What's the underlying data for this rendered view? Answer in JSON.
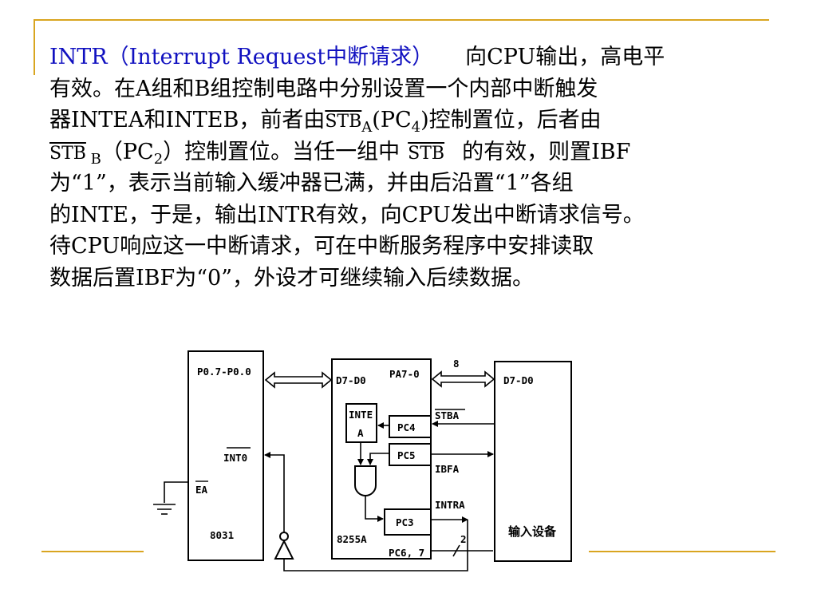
{
  "colors": {
    "accent_line": "#d9a520",
    "title_blue": "#1010c0",
    "ink": "#000000"
  },
  "paragraph": {
    "l1_title": "INTR（Interrupt  Request中断请求）",
    "l1_rest": "向CPU输出，高电平",
    "l2": "有效。在A组和B组控制电路中分别设置一个内部中断触发",
    "l3_a": "器INTEA和INTEB，前者由",
    "l3_stb": "STB",
    "l3_sub": "A",
    "l3_b": "(PC",
    "l3_sub2": "4",
    "l3_c": ")控制置位，后者由",
    "l4_stb": "STB",
    "l4_sub": " B",
    "l4_a": "（PC",
    "l4_sub2": "2",
    "l4_b": "）控制置位。当任一组中",
    "l4_stb2": "STB",
    "l4_c": "的有效，则置IBF",
    "l5": "为“1”，表示当前输入缓冲器已满，并由后沿置“1”各组",
    "l6": "的INTE，于是，输出INTR有效，向CPU发出中断请求信号。",
    "l7": "待CPU响应这一中断请求，可在中断服务程序中安排读取",
    "l8": "数据后置IBF为“0”，外设才可继续输入后续数据。"
  },
  "diagram": {
    "cpu_bus": "P0.7-P0.0",
    "int0": "INT0",
    "ea": "EA",
    "cpu_name": "8031",
    "ppi_data": "D7-D0",
    "ppi_port": "PA7-0",
    "bus_width": "8",
    "inte_line1": "INTE",
    "inte_line2": "A",
    "pc4": "PC4",
    "pc5": "PC5",
    "pc3": "PC3",
    "ppi_name": "8255A",
    "pc67": "PC6, 7",
    "stba": "STBA",
    "ibfa": "IBFA",
    "intra": "INTRA",
    "ctrl_width": "2",
    "dev_data": "D7-D0",
    "dev_name": "输入设备"
  }
}
